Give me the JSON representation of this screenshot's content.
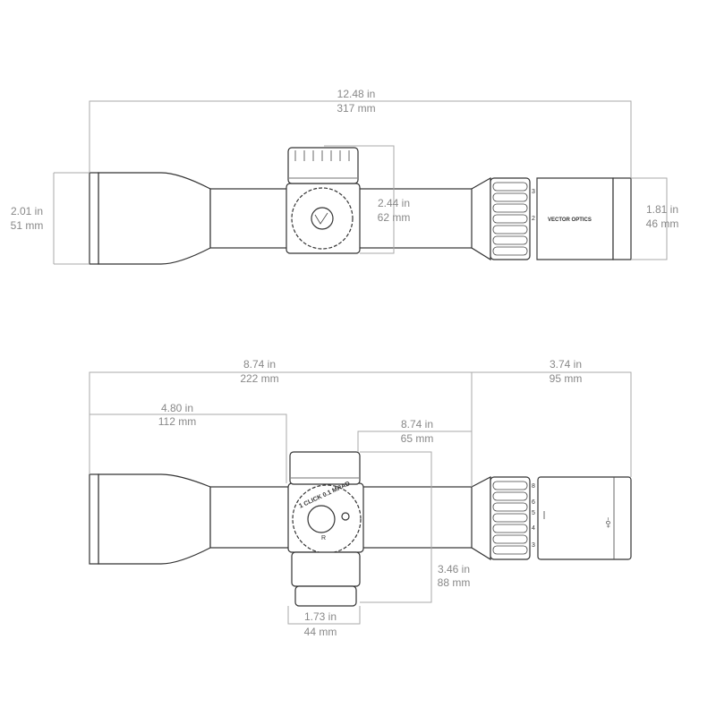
{
  "top_view": {
    "overall_length": {
      "in": "12.48 in",
      "mm": "317 mm"
    },
    "objective_diameter": {
      "in": "2.01 in",
      "mm": "51 mm"
    },
    "turret_height": {
      "in": "2.44 in",
      "mm": "62 mm"
    },
    "eyepiece_diameter": {
      "in": "1.81 in",
      "mm": "46 mm"
    },
    "brand_text": "VECTOR OPTICS",
    "mag_marks": [
      "3",
      "2"
    ]
  },
  "side_view": {
    "front_length": {
      "in": "8.74 in",
      "mm": "222 mm"
    },
    "eyepiece_length": {
      "in": "3.74 in",
      "mm": "95 mm"
    },
    "objective_to_turret": {
      "in": "4.80 in",
      "mm": "112 mm"
    },
    "turret_to_eyepiece": {
      "in": "8.74 in",
      "mm": "65 mm"
    },
    "turret_total_height": {
      "in": "3.46 in",
      "mm": "88 mm"
    },
    "turret_width": {
      "in": "1.73 in",
      "mm": "44 mm"
    },
    "windage_label": "1 CLICK 0.1 MRAD",
    "windage_dir": "R",
    "mag_marks": [
      "3",
      "4",
      "5",
      "6",
      "8"
    ],
    "diopter_label": "+0−"
  }
}
